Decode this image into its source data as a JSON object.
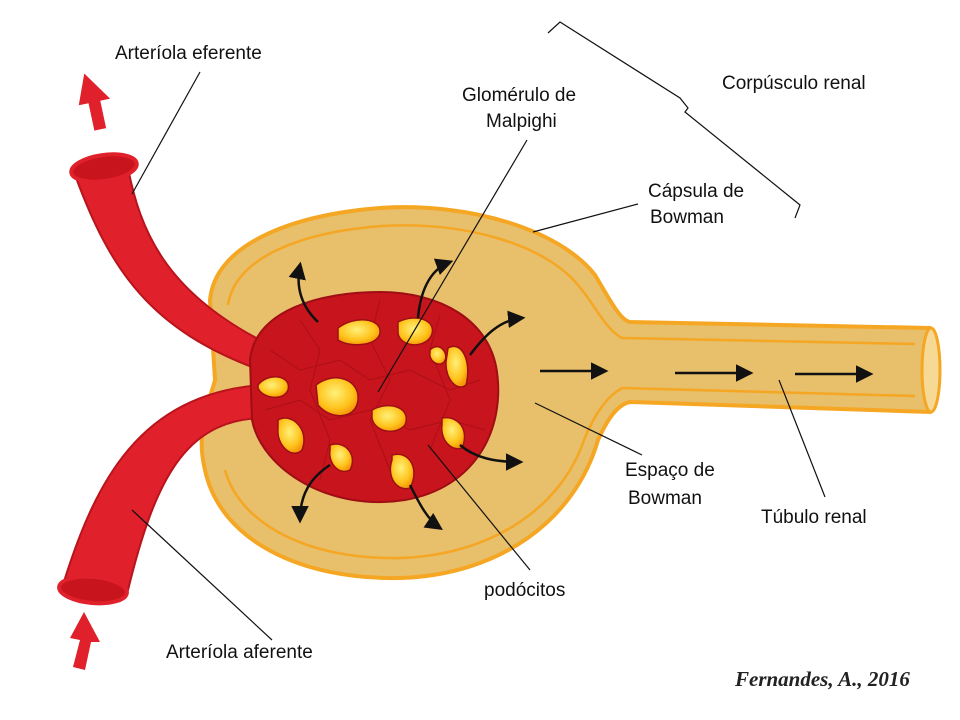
{
  "labels": {
    "efferent": "Arteríola eferente",
    "afferent": "Arteríola aferente",
    "glomerulus_1": "Glomérulo de",
    "glomerulus_2": "Malpighi",
    "renal_corpuscle": "Corpúsculo renal",
    "bowman_capsule_1": "Cápsula de",
    "bowman_capsule_2": "Bowman",
    "bowman_space_1": "Espaço de",
    "bowman_space_2": "Bowman",
    "renal_tubule": "Túbulo renal",
    "podocytes": "podócitos"
  },
  "credit": "Fernandes, A., 2016",
  "colors": {
    "vessel": "#e0202a",
    "vessel_dark": "#b8141c",
    "capsule_fill": "#e8bf6a",
    "capsule_rim": "#f5a623",
    "glomerulus": "#c8141c",
    "podocyte": "#ffcc22"
  }
}
